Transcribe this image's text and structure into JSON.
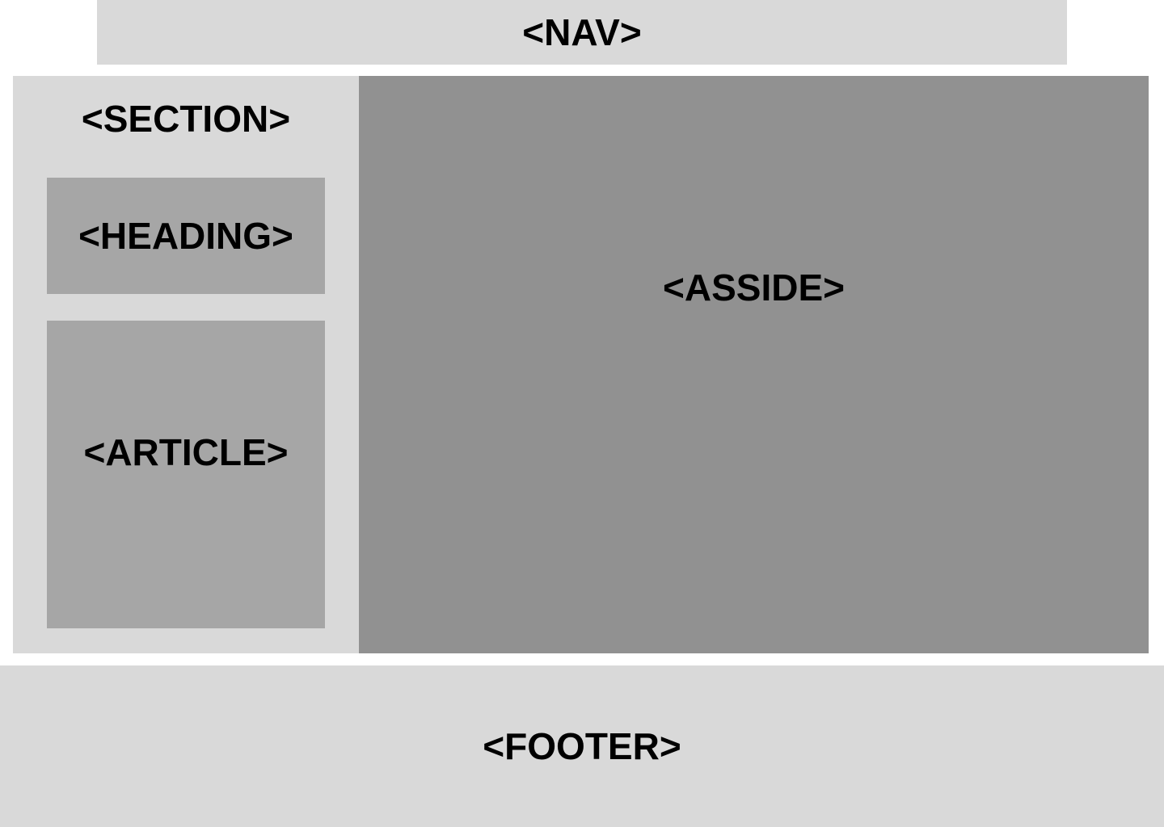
{
  "nav": {
    "label": "<NAV>",
    "color": "#d9d9d9"
  },
  "section": {
    "label": "<SECTION>",
    "color": "#d9d9d9"
  },
  "heading": {
    "label": "<HEADING>",
    "color": "#a6a6a6"
  },
  "article": {
    "label": "<ARTICLE>",
    "color": "#a6a6a6"
  },
  "aside": {
    "label": "<ASSIDE>",
    "color": "#919191"
  },
  "footer": {
    "label": "<FOOTER>",
    "color": "#d9d9d9"
  }
}
